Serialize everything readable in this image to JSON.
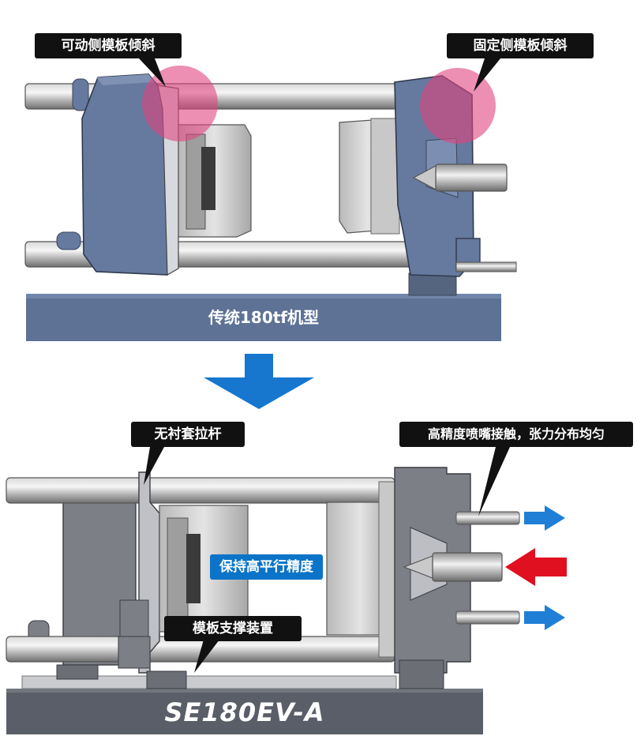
{
  "top_machine": {
    "callout_left": "可动侧模板倾斜",
    "callout_right": "固定侧模板倾斜",
    "base_label": "传统180tf机型"
  },
  "bottom_machine": {
    "callout_tiebar": "无衬套拉杆",
    "callout_nozzle": "高精度喷嘴接触，张力分布均匀",
    "center_badge": "保持高平行精度",
    "callout_support": "模板支撑装置",
    "base_label": "SE180EV-A"
  },
  "colors": {
    "platen_blue": "#66799e",
    "base_blue": "#5e7296",
    "tilt_highlight": "#e0457f",
    "badge_blue": "#0b74c8",
    "arrow_down": "#1777cf",
    "arrow_blue": "#1f7fd6",
    "arrow_red": "#e01020",
    "bottom_gray": "#7c7f86"
  },
  "icons": [
    "down-arrow-icon",
    "outward-arrow-icon",
    "inward-arrow-icon"
  ]
}
